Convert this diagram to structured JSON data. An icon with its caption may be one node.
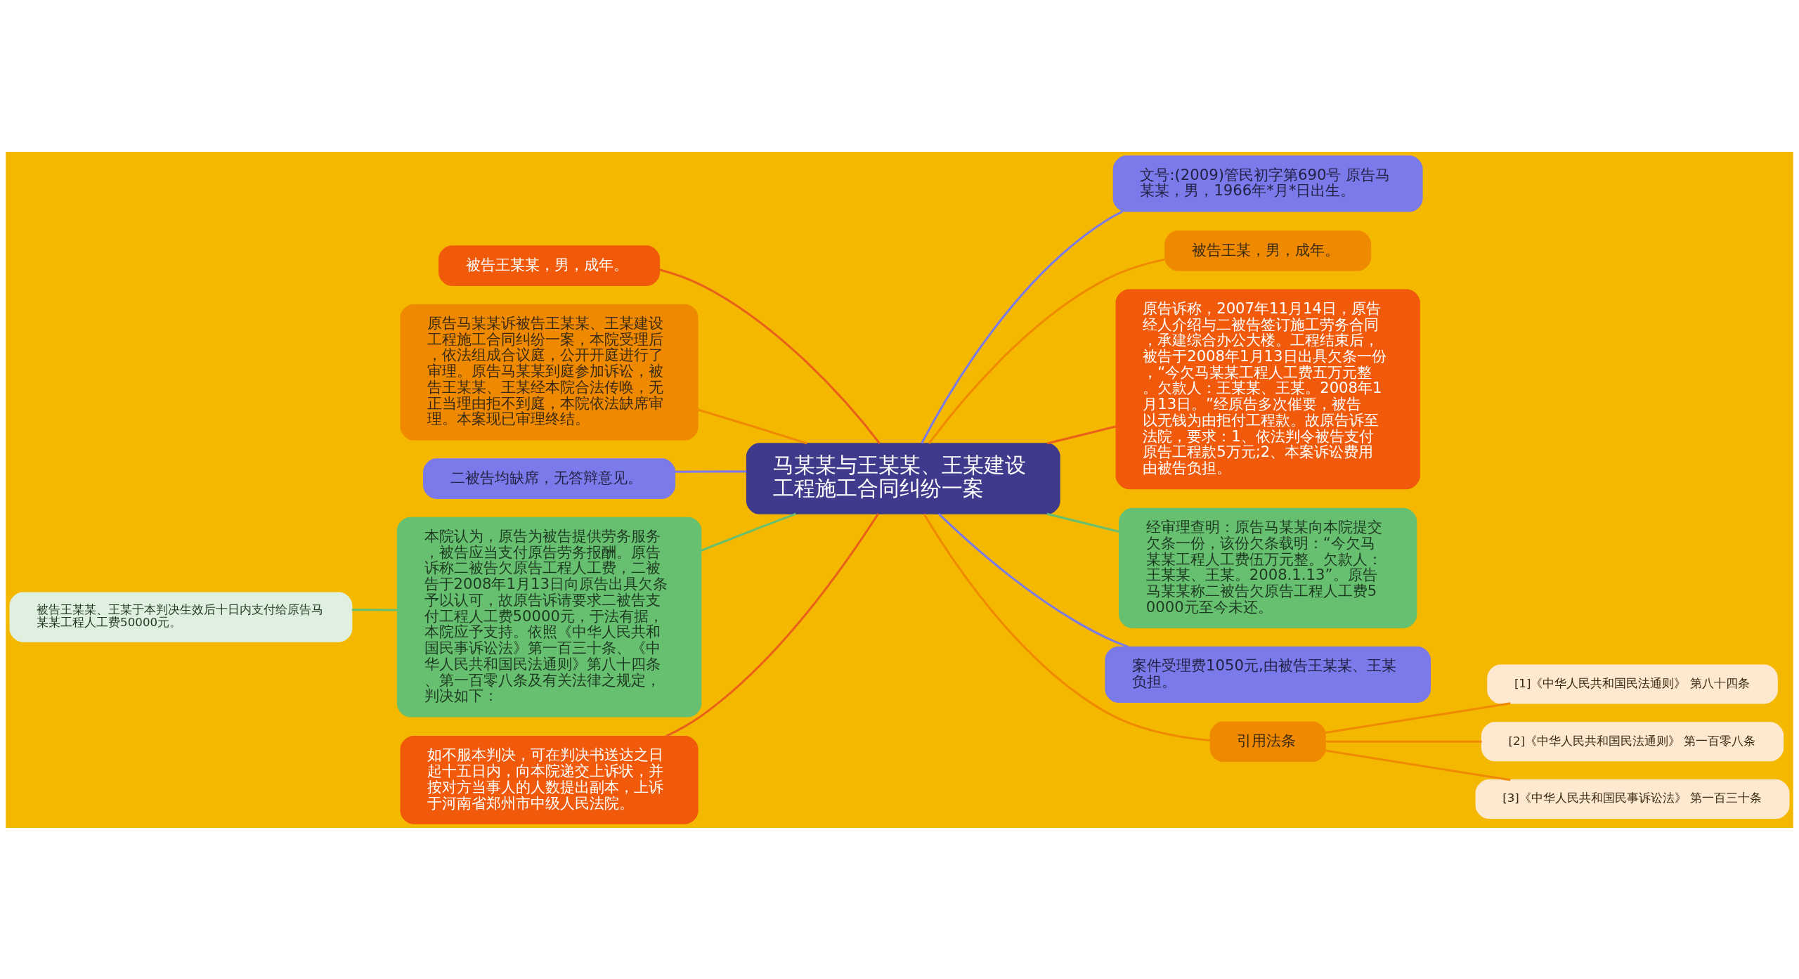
{
  "diagram": {
    "nodes": [
      {
        "text": [
          "马某某与王某某、王某建设工程施工合同纠纷一案"
        ]
      },
      {
        "text": [
          "被告王某某，男，成年。"
        ]
      },
      {
        "text": [
          "原告马某某诉被告王某某、王某建设工程施工合同纠纷一案，本院受理后，依法组成合议庭，公开开庭进行了审理。原告马某某到庭参加诉讼，被告王某某、王某经本院合法传唤，无正当理由拒不到庭，本院依法缺席审理。本案现已审理终结。"
        ]
      },
      {
        "text": [
          "二被告均缺席，无答辩意见。"
        ]
      },
      {
        "text": [
          "本院认为，原告为被告提供劳务服务，被告应当支付原告劳务报酬。原告诉称二被告欠原告工程人工费，二被告于2008年1月13日向原告出具欠条予以认可，故原告诉请要求二被告支付工程人工费50000元，于法有据，本院应予支持。依照《中华人民共和国民事诉讼法》第一百三十条、《中华人民共和国民法通则》第八十四条、第一百零八条及有关法律之规定，判决如下："
        ]
      },
      {
        "text": [
          "被告王某某、王某于本判决生效后十日内支付给原告马某某工程人工费50000元。"
        ]
      },
      {
        "text": [
          "如不服本判决，可在判决书送达之日起十五日内，向本院递交上诉状，并按对方当事人的人数提出副本，上诉于河南省郑州市中级人民法院。"
        ]
      },
      {
        "text": [
          "文号:(2009)管民初字第690号 原告马某某，男，1966年*月*日出生。"
        ]
      },
      {
        "text": [
          "被告王某，男，成年。"
        ]
      },
      {
        "text": [
          "原告诉称，2007年11月14日，原告经人介绍与二被告签订施工劳务合同，承建综合办公大楼。工程结束后，被告于2008年1月13日出具欠条一份，“今欠马某某工程人工费五万元整。欠款人：王某某、王某。2008年1月13日。”经原告多次催要，被告以无钱为由拒付工程款。故原告诉至法院，要求：1、依法判令被告支付原告工程款5万元;2、本案诉讼费用由被告负担。"
        ]
      },
      {
        "text": [
          "经审理查明：原告马某某向本院提交欠条一份，该份欠条载明：“今欠马某某工程人工费伍万元整。欠款人：王某某、王某。2008.1.13”。原告马某某称二被告欠原告工程人工费50000元至今未还。"
        ]
      },
      {
        "text": [
          "案件受理费1050元,由被告王某某、王某负担。"
        ]
      },
      {
        "text": [
          "引用法条"
        ]
      },
      {
        "text": [
          "[1]《中华人民共和国民法通则》 第八十四条"
        ]
      },
      {
        "text": [
          "[2]《中华人民共和国民法通则》 第一百零八条"
        ]
      },
      {
        "text": [
          "[3]《中华人民共和国民事诉讼法》 第一百三十条"
        ]
      }
    ],
    "edges": [
      {
        "from": 0,
        "to": 1,
        "arrow": "none",
        "color": "#e8601a"
      },
      {
        "from": 0,
        "to": 2,
        "arrow": "none",
        "color": "#ef8a00"
      },
      {
        "from": 0,
        "to": 3,
        "arrow": "none",
        "color": "#7a7aea"
      },
      {
        "from": 0,
        "to": 4,
        "arrow": "none",
        "color": "#66c070"
      },
      {
        "from": 4,
        "to": 5,
        "arrow": "none",
        "color": "#66c070"
      },
      {
        "from": 0,
        "to": 6,
        "arrow": "none",
        "color": "#e8601a"
      },
      {
        "from": 0,
        "to": 7,
        "arrow": "none",
        "color": "#7a7aea"
      },
      {
        "from": 0,
        "to": 8,
        "arrow": "none",
        "color": "#ef8a00"
      },
      {
        "from": 0,
        "to": 9,
        "arrow": "none",
        "color": "#e8601a"
      },
      {
        "from": 0,
        "to": 10,
        "arrow": "none",
        "color": "#66c070"
      },
      {
        "from": 0,
        "to": 11,
        "arrow": "none",
        "color": "#7a7aea"
      },
      {
        "from": 0,
        "to": 12,
        "arrow": "none",
        "color": "#ef8a00"
      },
      {
        "from": 12,
        "to": 13,
        "arrow": "none",
        "color": "#ef8a00"
      },
      {
        "from": 12,
        "to": 14,
        "arrow": "none",
        "color": "#ef8a00"
      },
      {
        "from": 12,
        "to": 15,
        "arrow": "none",
        "color": "#ef8a00"
      }
    ]
  }
}
